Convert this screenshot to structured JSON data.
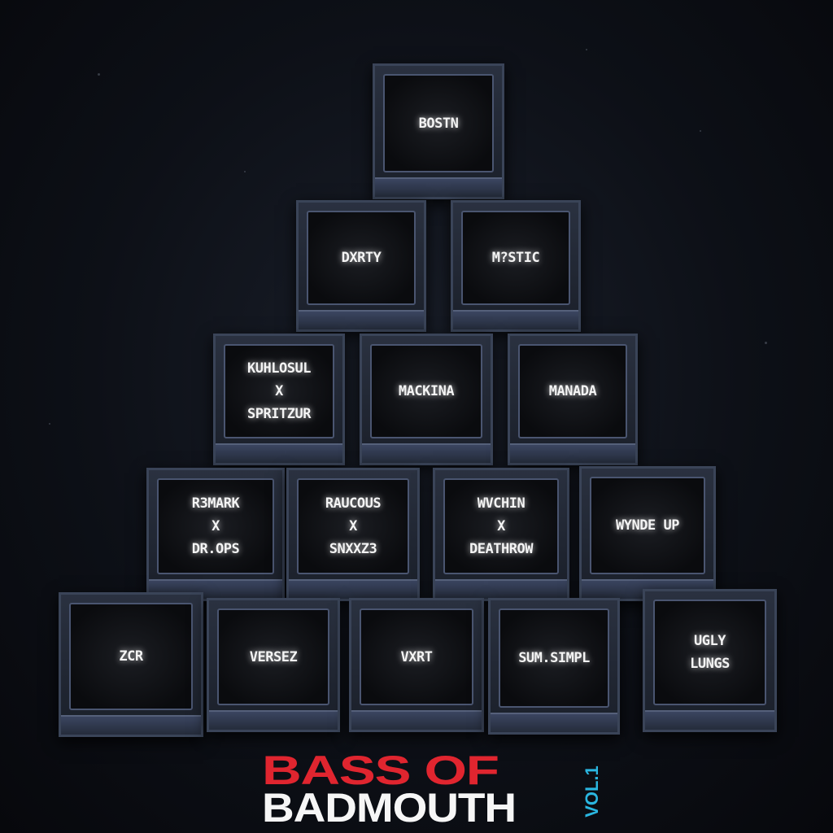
{
  "album": {
    "title_line1": "BASS OF",
    "title_line2": "BADMOUTH",
    "volume": "VOL.1",
    "colors": {
      "title_red": "#e0252f",
      "title_white": "#f6f6f6",
      "volume_blue": "#2ab6e0"
    }
  },
  "screens": [
    "BOSTN",
    "DXRTY",
    "M?STIC",
    "KUHLOSUL\nX\nSPRITZUR",
    "MACKINA",
    "MANADA",
    "R3MARK\nX\nDR.OPS",
    "RAUCOUS\nX\nSNXXZ3",
    "WVCHIN\nX\nDEATHROW",
    "WYNDE UP",
    "ZCR",
    "VERSEZ",
    "VXRT",
    "SUM.SIMPL",
    "UGLY\nLUNGS"
  ]
}
